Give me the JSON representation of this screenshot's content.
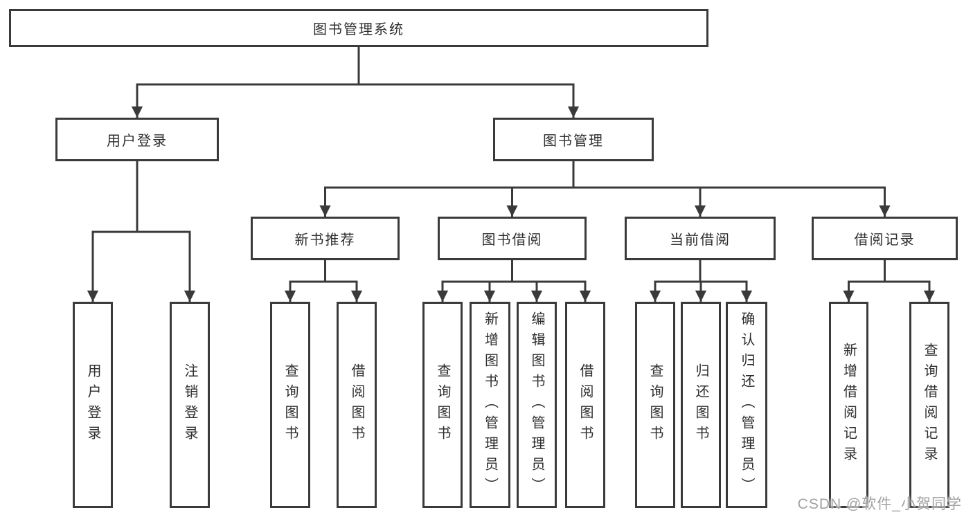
{
  "colors": {
    "line": "#3a3a3a",
    "text": "#2e2e2e",
    "box_background": "#ffffff",
    "page_background": "#ffffff",
    "watermark": "#a2a2a2"
  },
  "tree": {
    "root": {
      "label": "图书管理系统"
    },
    "branches": [
      {
        "label": "用户登录",
        "children": [
          {
            "label": "用户登录"
          },
          {
            "label": "注销登录"
          }
        ]
      },
      {
        "label": "图书管理",
        "groups": [
          {
            "label": "新书推荐",
            "children": [
              {
                "label": "查询图书"
              },
              {
                "label": "借阅图书"
              }
            ]
          },
          {
            "label": "图书借阅",
            "children": [
              {
                "label": "查询图书"
              },
              {
                "label": "新增图书（管理员）"
              },
              {
                "label": "编辑图书（管理员）"
              },
              {
                "label": "借阅图书"
              }
            ]
          },
          {
            "label": "当前借阅",
            "children": [
              {
                "label": "查询图书"
              },
              {
                "label": "归还图书"
              },
              {
                "label": "确认归还（管理员）"
              }
            ]
          },
          {
            "label": "借阅记录",
            "children": [
              {
                "label": "新增借阅记录"
              },
              {
                "label": "查询借阅记录"
              }
            ]
          }
        ]
      }
    ]
  },
  "watermark": {
    "text": "CSDN @软件_小贺同学"
  }
}
